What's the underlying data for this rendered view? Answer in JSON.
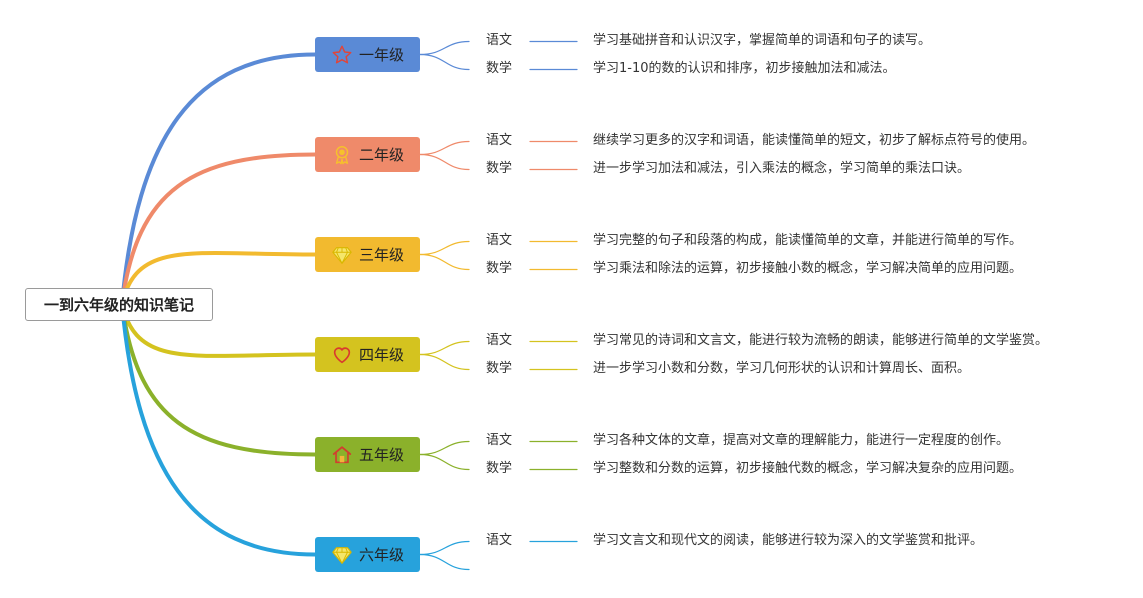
{
  "root": {
    "title": "一到六年级的知识笔记"
  },
  "grades": [
    {
      "label": "一年级",
      "icon": "star-icon",
      "color": "#5a8ad6",
      "items": [
        {
          "subject": "语文",
          "text": "学习基础拼音和认识汉字，掌握简单的词语和句子的读写。"
        },
        {
          "subject": "数学",
          "text": "学习1-10的数的认识和排序，初步接触加法和减法。"
        }
      ]
    },
    {
      "label": "二年级",
      "icon": "award-ribbon-icon",
      "color": "#ef8a6a",
      "items": [
        {
          "subject": "语文",
          "text": "继续学习更多的汉字和词语，能读懂简单的短文，初步了解标点符号的使用。"
        },
        {
          "subject": "数学",
          "text": "进一步学习加法和减法，引入乘法的概念，学习简单的乘法口诀。"
        }
      ]
    },
    {
      "label": "三年级",
      "icon": "diamond-icon",
      "color": "#f2ba2f",
      "items": [
        {
          "subject": "语文",
          "text": "学习完整的句子和段落的构成，能读懂简单的文章，并能进行简单的写作。"
        },
        {
          "subject": "数学",
          "text": "学习乘法和除法的运算，初步接触小数的概念，学习解决简单的应用问题。"
        }
      ]
    },
    {
      "label": "四年级",
      "icon": "heart-icon",
      "color": "#d4c31f",
      "items": [
        {
          "subject": "语文",
          "text": "学习常见的诗词和文言文，能进行较为流畅的朗读，能够进行简单的文学鉴赏。"
        },
        {
          "subject": "数学",
          "text": "进一步学习小数和分数，学习几何形状的认识和计算周长、面积。"
        }
      ]
    },
    {
      "label": "五年级",
      "icon": "home-icon",
      "color": "#8bb12b",
      "items": [
        {
          "subject": "语文",
          "text": "学习各种文体的文章，提高对文章的理解能力，能进行一定程度的创作。"
        },
        {
          "subject": "数学",
          "text": "学习整数和分数的运算，初步接触代数的概念，学习解决复杂的应用问题。"
        }
      ]
    },
    {
      "label": "六年级",
      "icon": "diamond-icon",
      "color": "#27a2dc",
      "items": [
        {
          "subject": "语文",
          "text": "学习文言文和现代文的阅读，能够进行较为深入的文学鉴赏和批评。"
        }
      ]
    }
  ]
}
